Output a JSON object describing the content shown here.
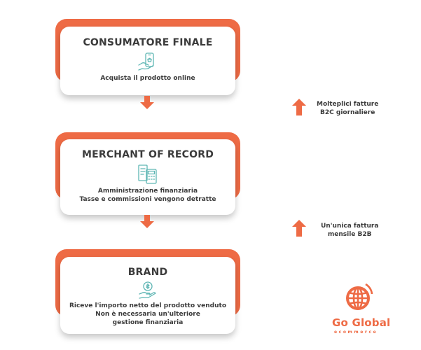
{
  "colors": {
    "accent": "#ee6b45",
    "text": "#3b3b3b",
    "icon": "#5fb6b4"
  },
  "boxes": [
    {
      "title": "CONSUMATORE FINALE",
      "icon": "hand-holding-phone-icon",
      "lines": [
        "Acquista il prodotto online"
      ]
    },
    {
      "title": "MERCHANT OF RECORD",
      "icon": "calculator-invoice-icon",
      "lines": [
        "Amministrazione finanziaria",
        "Tasse e commissioni vengono detratte"
      ]
    },
    {
      "title": "BRAND",
      "icon": "hand-coin-icon",
      "lines": [
        "Riceve l'importo netto del prodotto venduto",
        "Non è necessaria un'ulteriore",
        "gestione finanziaria"
      ]
    }
  ],
  "side_notes": [
    {
      "lines": [
        "Molteplici fatture",
        "B2C giornaliere"
      ]
    },
    {
      "lines": [
        "Un'unica fattura",
        "mensile B2B"
      ]
    }
  ],
  "logo": {
    "name": "Go Global",
    "sub": "ecommerce",
    "icon": "globe-icon"
  }
}
